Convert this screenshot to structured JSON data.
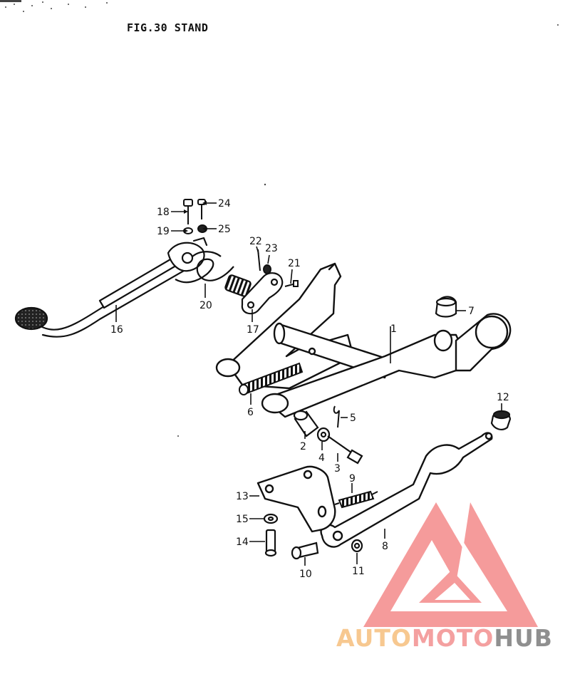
{
  "header": {
    "title": "FIG.30  STAND"
  },
  "callouts": [
    {
      "id": "c1",
      "text": "1"
    },
    {
      "id": "c2",
      "text": "2"
    },
    {
      "id": "c3",
      "text": "3"
    },
    {
      "id": "c4",
      "text": "4"
    },
    {
      "id": "c5",
      "text": "5"
    },
    {
      "id": "c6",
      "text": "6"
    },
    {
      "id": "c7",
      "text": "7"
    },
    {
      "id": "c8",
      "text": "8"
    },
    {
      "id": "c9",
      "text": "9"
    },
    {
      "id": "c10",
      "text": "10"
    },
    {
      "id": "c11",
      "text": "11"
    },
    {
      "id": "c12",
      "text": "12"
    },
    {
      "id": "c13",
      "text": "13"
    },
    {
      "id": "c14",
      "text": "14"
    },
    {
      "id": "c15",
      "text": "15"
    },
    {
      "id": "c16",
      "text": "16"
    },
    {
      "id": "c17",
      "text": "17"
    },
    {
      "id": "c18",
      "text": "18"
    },
    {
      "id": "c19",
      "text": "19"
    },
    {
      "id": "c20",
      "text": "20"
    },
    {
      "id": "c21",
      "text": "21"
    },
    {
      "id": "c22",
      "text": "22"
    },
    {
      "id": "c23",
      "text": "23"
    },
    {
      "id": "c24",
      "text": "24"
    },
    {
      "id": "c25",
      "text": "25"
    }
  ],
  "watermark": {
    "part1": "AUTO",
    "part2": "MOTO",
    "part3": "HUB",
    "colors": {
      "auto": "#f7c890",
      "moto": "#f4a0a0",
      "hub": "#8f8f8f",
      "logo": "#f48a8a"
    }
  }
}
